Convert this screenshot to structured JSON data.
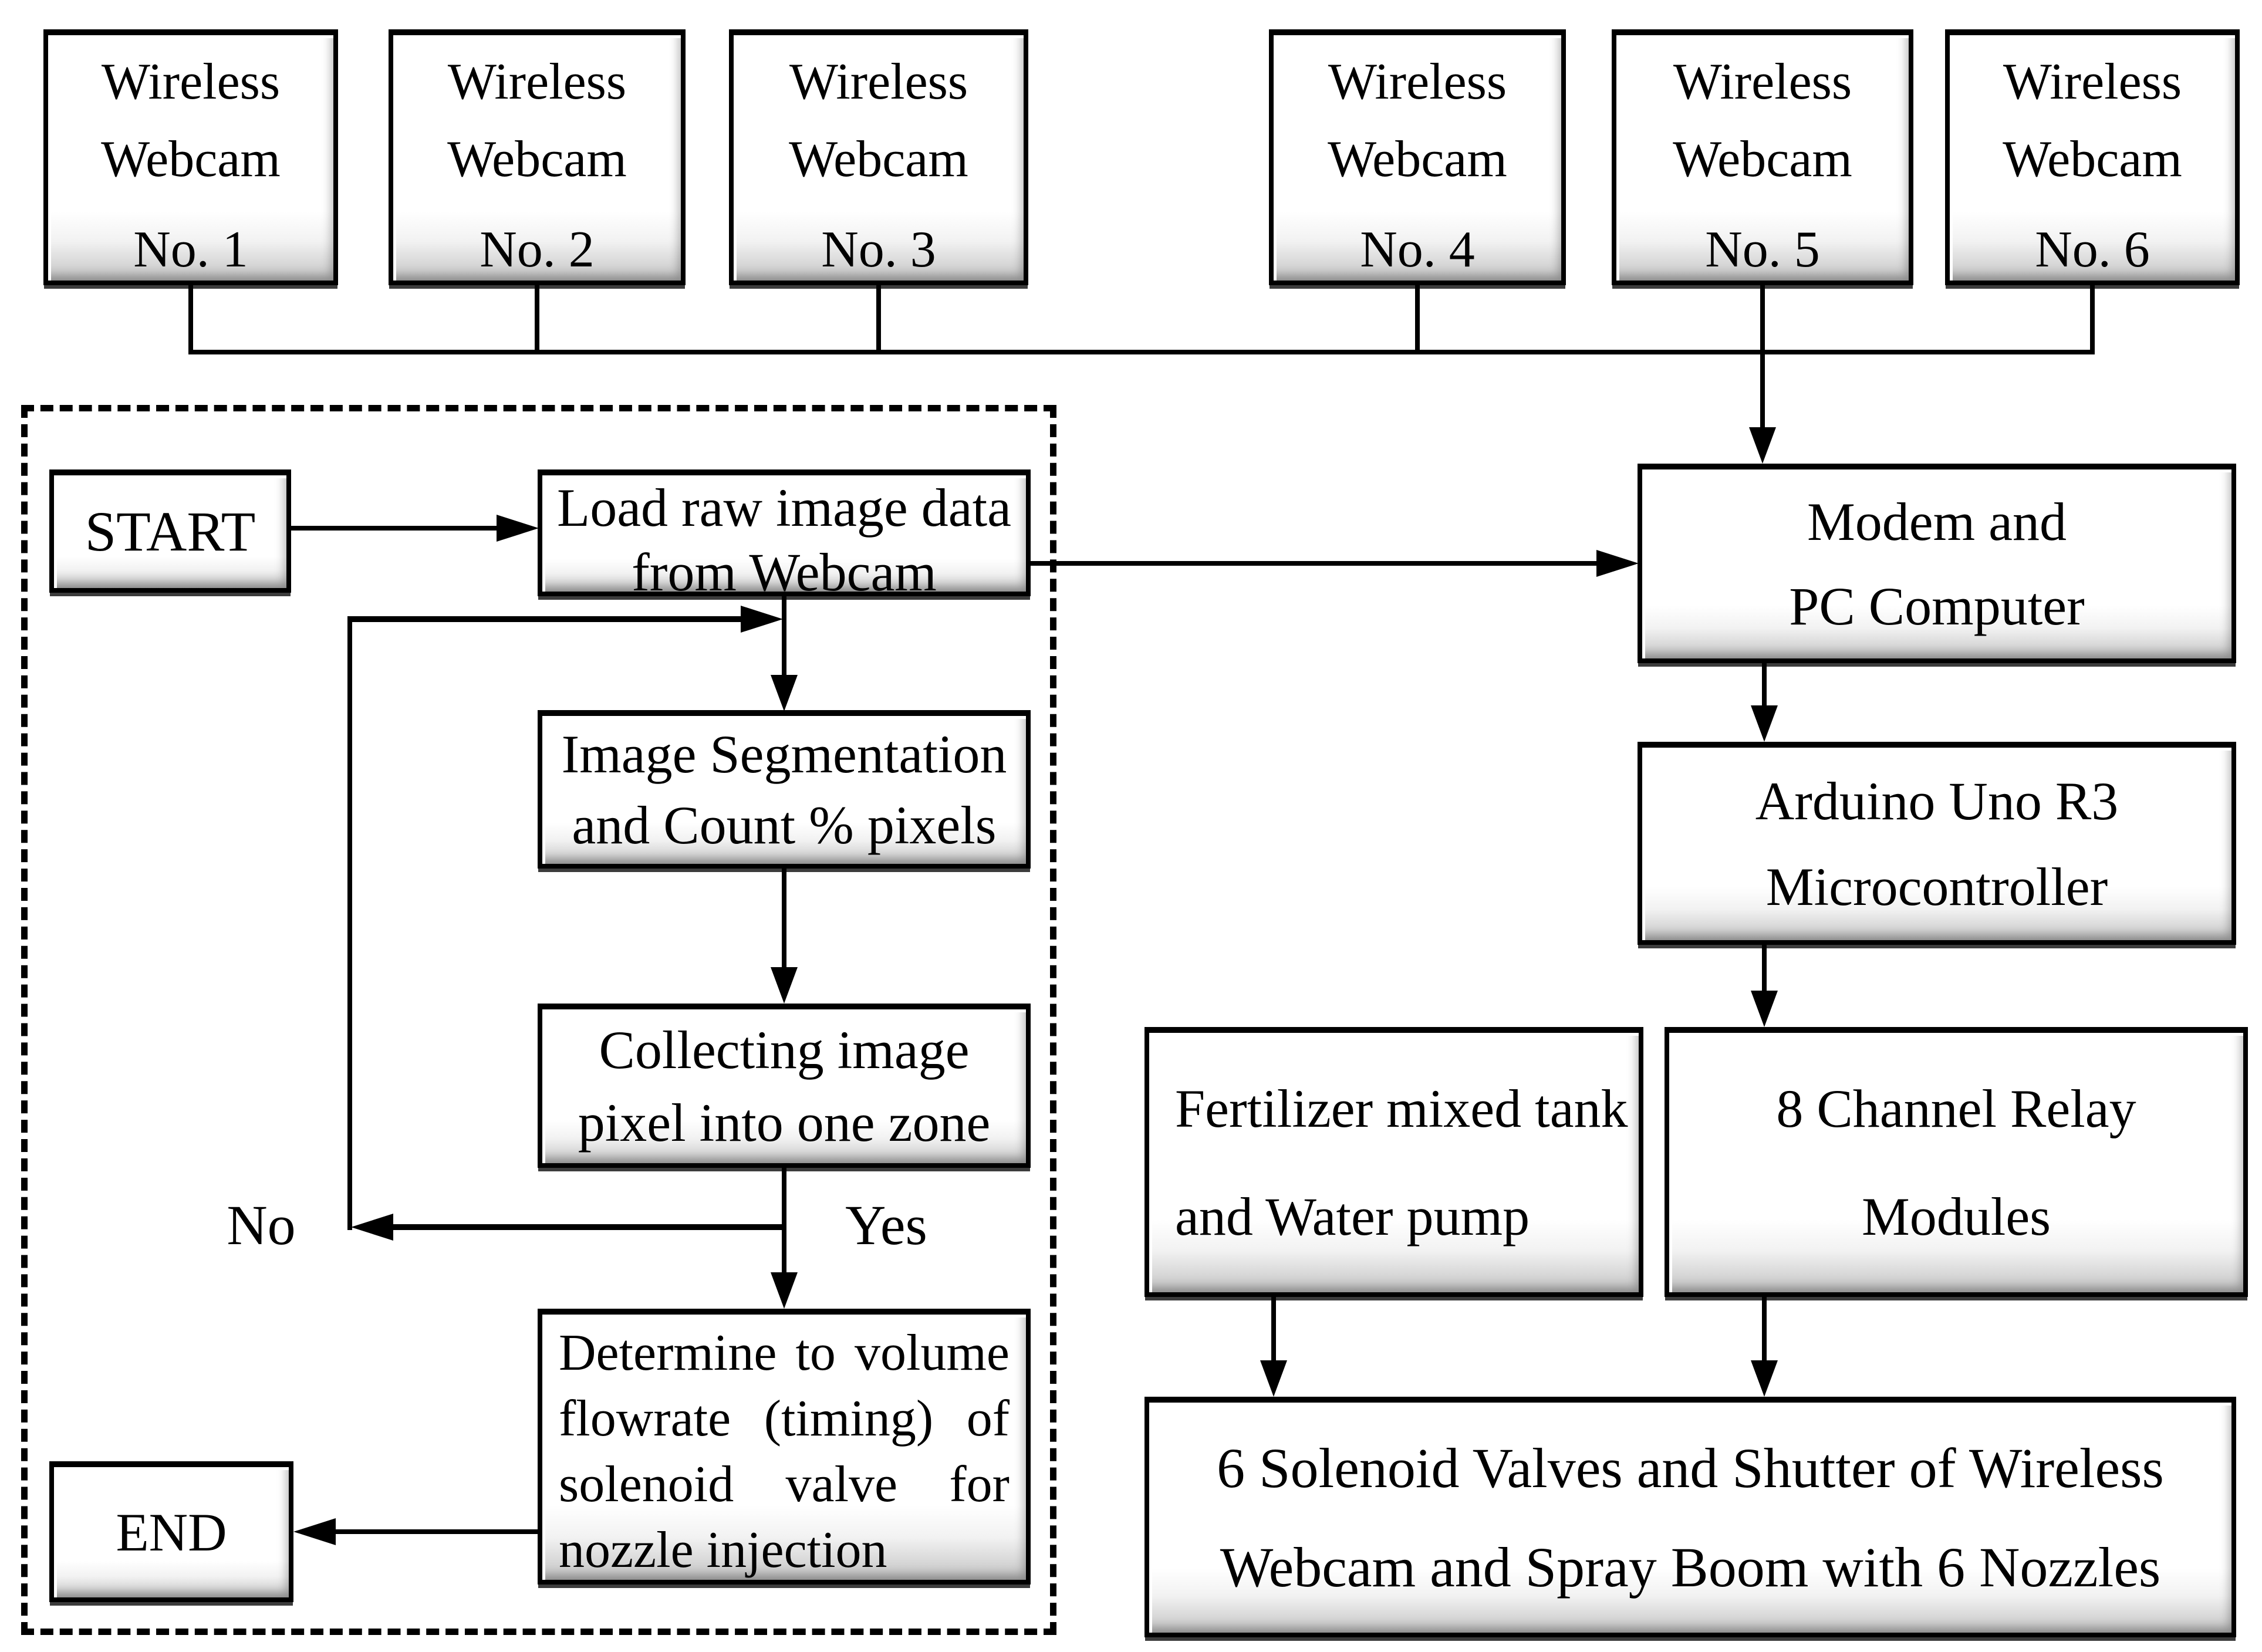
{
  "nodes": {
    "webcams": [
      {
        "line1": "Wireless",
        "line2": "Webcam",
        "number": "No. 1"
      },
      {
        "line1": "Wireless",
        "line2": "Webcam",
        "number": "No. 2"
      },
      {
        "line1": "Wireless",
        "line2": "Webcam",
        "number": "No. 3"
      },
      {
        "line1": "Wireless",
        "line2": "Webcam",
        "number": "No. 4"
      },
      {
        "line1": "Wireless",
        "line2": "Webcam",
        "number": "No. 5"
      },
      {
        "line1": "Wireless",
        "line2": "Webcam",
        "number": "No. 6"
      }
    ],
    "start": {
      "label": "START"
    },
    "load": {
      "line1": "Load raw image data",
      "line2": "from Webcam"
    },
    "segmentation": {
      "line1": "Image Segmentation",
      "line2": "and Count % pixels"
    },
    "collecting": {
      "line1": "Collecting image",
      "line2": "pixel into one zone"
    },
    "determine": {
      "line1": "Determine to volume",
      "line2": "flowrate (timing) of",
      "line3": "solenoid valve for",
      "line4": "nozzle injection"
    },
    "end": {
      "label": "END"
    },
    "modem": {
      "line1": "Modem and",
      "line2": "PC Computer"
    },
    "arduino": {
      "line1": "Arduino Uno R3",
      "line2": "Microcontroller"
    },
    "relay": {
      "line1": "8 Channel Relay",
      "line2": "Modules"
    },
    "fertilizer": {
      "line1": "Fertilizer mixed tank",
      "line2": "and Water pump"
    },
    "solenoid": {
      "line1": "6 Solenoid Valves and Shutter of Wireless",
      "line2": "Webcam and Spray Boom with 6 Nozzles"
    }
  },
  "branch_labels": {
    "no": "No",
    "yes": "Yes"
  },
  "colors": {
    "line": "#000000",
    "box_border": "#000000",
    "box_fill": "#ffffff",
    "bevel_shadow": "#3c3c3c"
  }
}
